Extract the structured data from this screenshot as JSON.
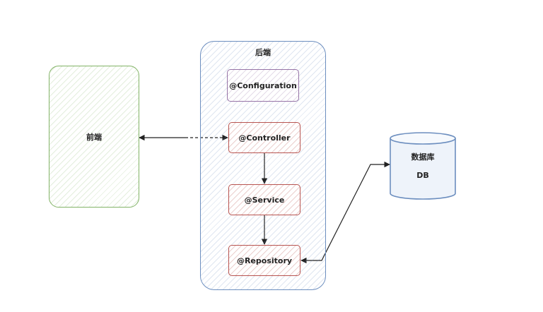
{
  "diagram": {
    "frontend": {
      "label": "前端"
    },
    "backend": {
      "label": "后端",
      "components": {
        "configuration": "@Configuration",
        "controller": "@Controller",
        "service": "@Service",
        "repository": "@Repository"
      }
    },
    "database": {
      "label": "数据库",
      "sublabel": "DB"
    }
  },
  "colors": {
    "frontend": "#82b366",
    "backend": "#6c8ebf",
    "configuration": "#9673a6",
    "layers": "#b85450",
    "database": "#6c8ebf",
    "arrows": "#222222"
  }
}
